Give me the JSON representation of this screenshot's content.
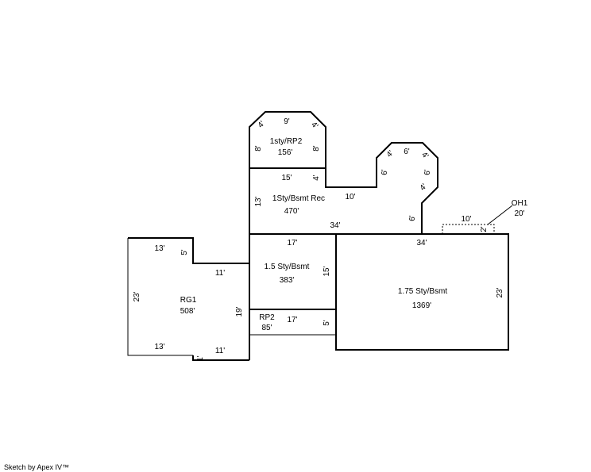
{
  "areas": {
    "rp2_upper": {
      "name": "1sty/RP2",
      "area": "156'"
    },
    "rec": {
      "name": "1Sty/Bsmt Rec",
      "area": "470'"
    },
    "oh1": {
      "name": "OH1",
      "area": "20'"
    },
    "rg1": {
      "name": "RG1",
      "area": "508'"
    },
    "story15": {
      "name": "1.5 Sty/Bsmt",
      "area": "383'"
    },
    "story175": {
      "name": "1.75 Sty/Bsmt",
      "area": "1369'"
    },
    "rp2_lower": {
      "name": "RP2",
      "area": "85'"
    }
  },
  "dimensions": {
    "rp2_top": "9'",
    "rp2_diag_left": "4'",
    "rp2_diag_right": "4'",
    "rp2_left": "8'",
    "rp2_right": "8'",
    "rec_top": "15'",
    "rec_step": "4'",
    "rec_left": "13'",
    "rec_mid": "10'",
    "rec_bottom": "34'",
    "bay_left": "6'",
    "bay_diag_tl": "4'",
    "bay_top": "6'",
    "bay_diag_tr": "4'",
    "bay_right": "6'",
    "bay_diag_br": "4'",
    "bay_down": "6'",
    "oh_width": "10'",
    "oh_depth": "2'",
    "rg_top": "13'",
    "rg_notch": "5'",
    "rg_left": "23'",
    "rg_mid": "11'",
    "rg_right": "19'",
    "rg_bottom": "13'",
    "rg_bottom2": "11'",
    "rg_jog": "1'",
    "s15_top": "17'",
    "s15_right": "15'",
    "rp2l_top": "17'",
    "rp2l_right": "5'",
    "s175_top": "34'",
    "s175_right": "23'"
  },
  "credit": "Sketch by Apex IV™"
}
